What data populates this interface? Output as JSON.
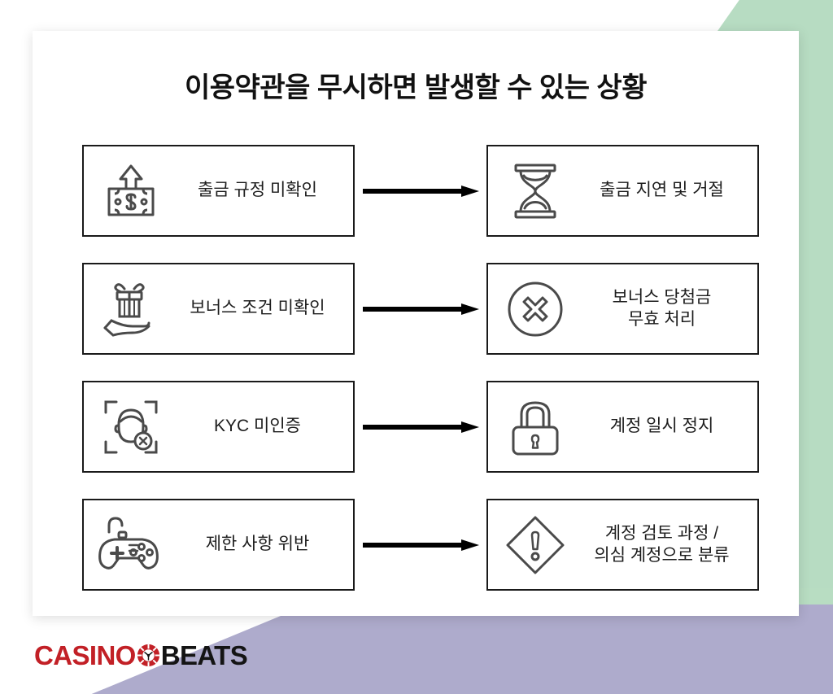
{
  "page": {
    "title": "이용약관을 무시하면 발생할 수 있는 상황",
    "accent_green": "#b7dcc2",
    "accent_purple": "#aeabcc",
    "card_background": "#ffffff",
    "box_border_color": "#1a1a1a",
    "arrow_color": "#000000"
  },
  "rows": [
    {
      "cause": {
        "label": "출금 규정 미확인",
        "icon": "money-arrow-up-icon"
      },
      "effect": {
        "label": "출금 지연 및 거절",
        "icon": "hourglass-icon"
      },
      "connector": "arrow-right-icon"
    },
    {
      "cause": {
        "label": "보너스 조건 미확인",
        "icon": "gift-on-hand-icon"
      },
      "effect": {
        "label": "보너스 당첨금\n무효 처리",
        "icon": "circle-x-icon"
      },
      "connector": "arrow-right-icon"
    },
    {
      "cause": {
        "label": "KYC 미인증",
        "icon": "face-scan-failed-icon"
      },
      "effect": {
        "label": "계정 일시 정지",
        "icon": "padlock-icon"
      },
      "connector": "arrow-right-icon"
    },
    {
      "cause": {
        "label": "제한 사항 위반",
        "icon": "game-controller-icon"
      },
      "effect": {
        "label": "계정 검토 과정 /\n의심 계정으로 분류",
        "icon": "warning-diamond-icon"
      },
      "connector": "arrow-right-icon"
    }
  ],
  "logo": {
    "part1": "CASINO",
    "part2": "BEATS",
    "wheel_icon": "roulette-wheel-icon",
    "part1_color": "#c22026",
    "part2_color": "#141414"
  }
}
